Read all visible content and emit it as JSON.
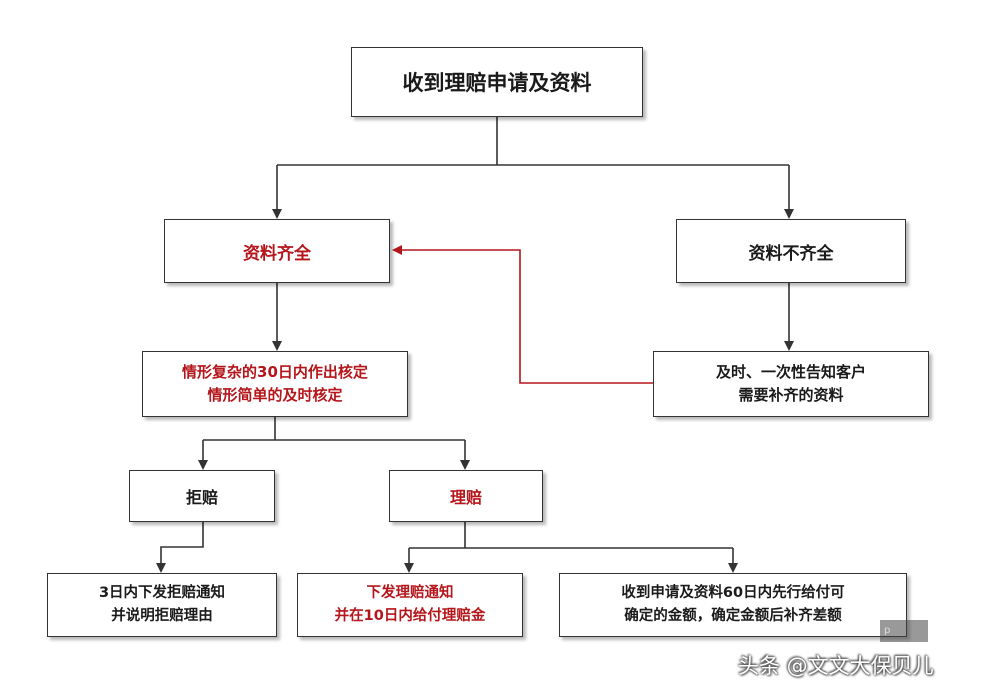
{
  "nodes": {
    "root": "收到理赔申请及资料",
    "docs_complete": "资料齐全",
    "docs_incomplete": "资料不齐全",
    "review": [
      "情形复杂的30日内作出核定",
      "情形简单的及时核定"
    ],
    "notify_customer": [
      "及时、一次性告知客户",
      "需要补齐的资料"
    ],
    "reject": "拒赔",
    "pay": "理赔",
    "reject_note": [
      "3日内下发拒赔通知",
      "并说明拒赔理由"
    ],
    "pay_note": [
      "下发理赔通知",
      "并在10日内给付理赔金"
    ],
    "advance_payment": [
      "收到申请及资料60日内先行给付可",
      "确定的金额，确定金额后补齐差额"
    ]
  },
  "watermark": {
    "small_label": "p",
    "text": "头条 @文文大保贝儿"
  },
  "colors": {
    "highlight_text": "#b5161b",
    "feedback_arrow": "#b5161b",
    "line": "#333333"
  }
}
